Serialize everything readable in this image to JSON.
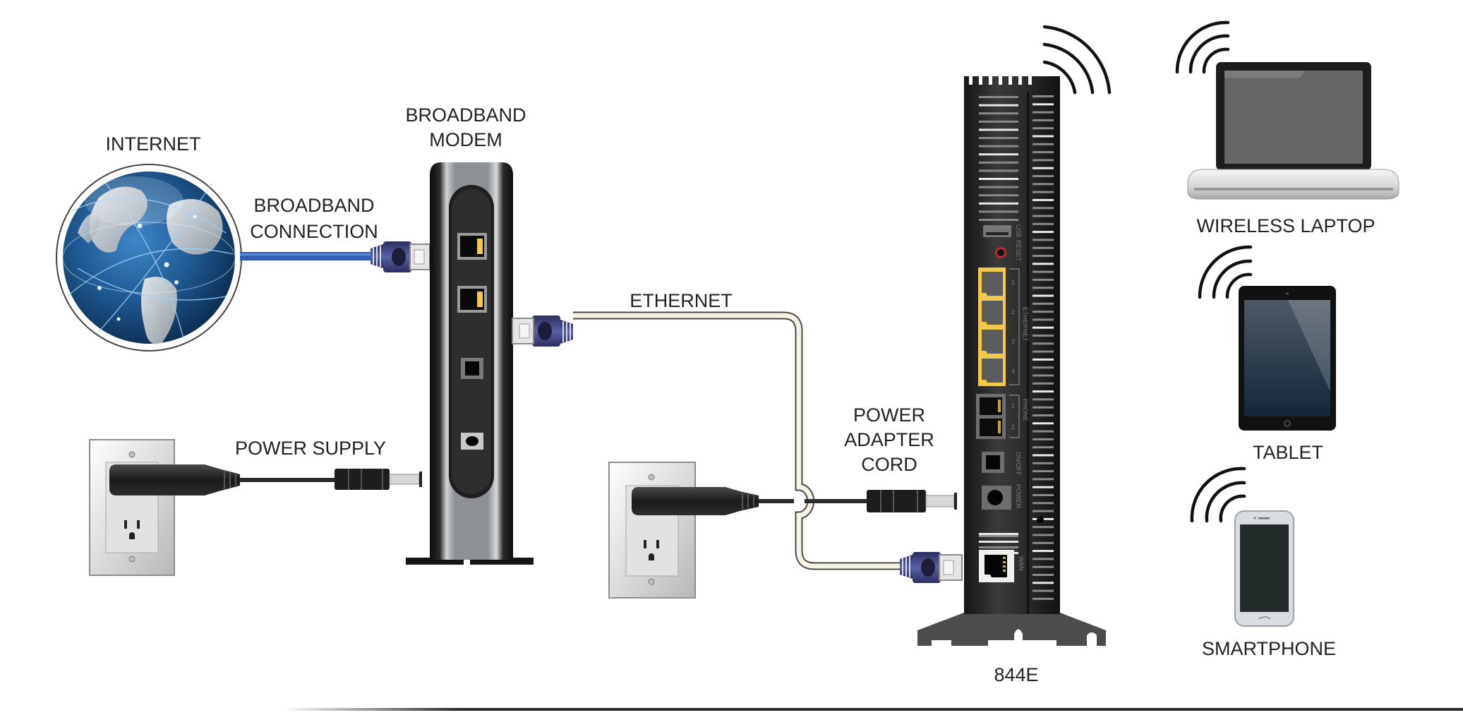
{
  "diagram": {
    "title": "Home network connection diagram (844E)",
    "nodes": {
      "internet": {
        "label": "INTERNET",
        "icon": "globe-icon"
      },
      "modem": {
        "label_lines": [
          "BROADBAND",
          "MODEM"
        ],
        "icon": "modem-icon"
      },
      "router": {
        "label": "844E",
        "icon": "router-icon",
        "port_labels": {
          "usb": "USB",
          "reset": "RESET",
          "ethernet": "ETHERNET",
          "ethernet_ports": [
            "1",
            "2",
            "3",
            "4"
          ],
          "phone": "PHONE",
          "phone_ports": [
            "1",
            "2"
          ],
          "on_off": "ON/OFF",
          "power": "POWER",
          "wan": "WAN"
        }
      },
      "laptop": {
        "label": "WIRELESS LAPTOP",
        "icon": "laptop-icon"
      },
      "tablet": {
        "label": "TABLET",
        "icon": "tablet-icon"
      },
      "smartphone": {
        "label": "SMARTPHONE",
        "icon": "smartphone-icon"
      },
      "outlet_left": {
        "icon": "power-outlet-icon"
      },
      "outlet_middle": {
        "icon": "power-outlet-icon"
      }
    },
    "connections": {
      "broadband": {
        "label_lines": [
          "BROADBAND",
          "CONNECTION"
        ],
        "from": "internet",
        "to": "modem",
        "color": "#2f5fb3"
      },
      "power_supply": {
        "label": "POWER SUPPLY",
        "from": "outlet_left",
        "to": "modem"
      },
      "ethernet": {
        "label": "ETHERNET",
        "from": "modem",
        "to": "router",
        "color": "#f7f3e3"
      },
      "power_adapter": {
        "label_lines": [
          "POWER",
          "ADAPTER",
          "CORD"
        ],
        "from": "outlet_middle",
        "to": "router"
      },
      "wireless": {
        "icon": "wifi-signal-icon",
        "to": [
          "laptop",
          "tablet",
          "smartphone"
        ]
      }
    },
    "colors": {
      "ethernet_ports": "#f2c94c",
      "rj45_boot": "#3d3f78",
      "reset_ring": "#c0272d",
      "device_body": "#232323"
    }
  }
}
